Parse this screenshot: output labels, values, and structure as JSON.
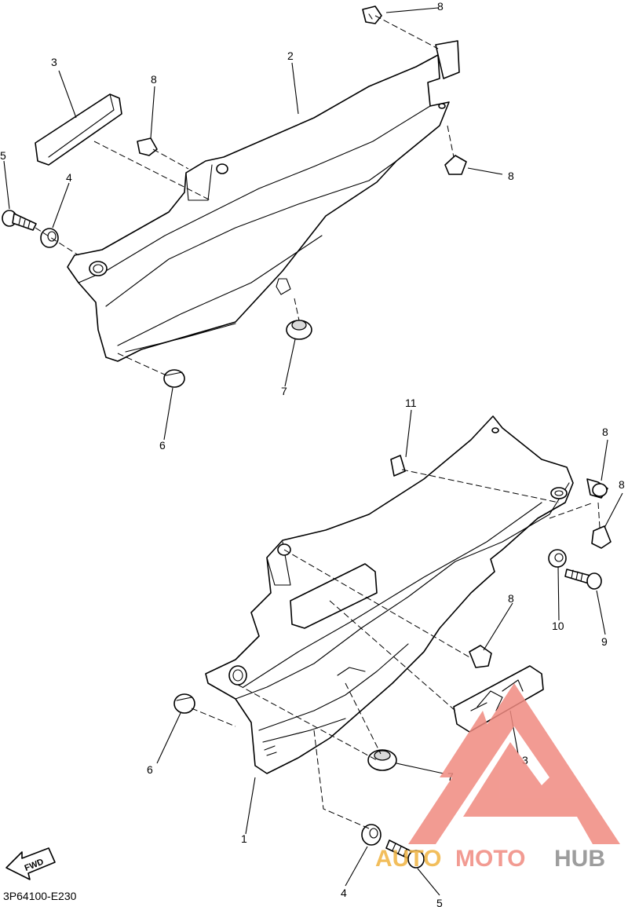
{
  "diagram": {
    "code": "3P64100-E230",
    "fwd_label": "FWD",
    "callouts": {
      "c1": "1",
      "c2": "2",
      "c3a": "3",
      "c3b": "3",
      "c4a": "4",
      "c4b": "4",
      "c5a": "5",
      "c5b": "5",
      "c6a": "6",
      "c6b": "6",
      "c7a": "7",
      "c7b": "7",
      "c8a": "8",
      "c8b": "8",
      "c8c": "8",
      "c8d": "8",
      "c8e": "8",
      "c8f": "8",
      "c9": "9",
      "c10": "10",
      "c11": "11"
    }
  },
  "watermark": {
    "word_a": "AUTO",
    "word_b": "MOTO",
    "word_c": "HUB",
    "color_red": "#f08a80",
    "color_orange": "#f0b340",
    "color_gray": "#8c8c8c"
  }
}
